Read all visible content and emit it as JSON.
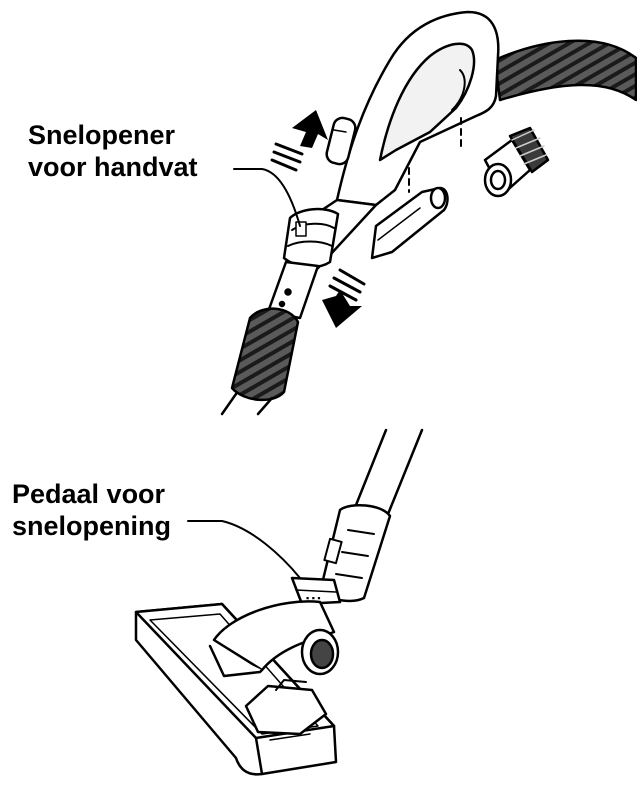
{
  "callouts": {
    "handle_release": {
      "line1": "Snelopener",
      "line2": "voor handvat"
    },
    "pedal_release": {
      "line1": "Pedaal voor",
      "line2": "snelopening"
    }
  },
  "colors": {
    "ink": "#000000",
    "paper": "#ffffff",
    "hose_dark": "#555555",
    "shade": "#e6e6e6"
  }
}
